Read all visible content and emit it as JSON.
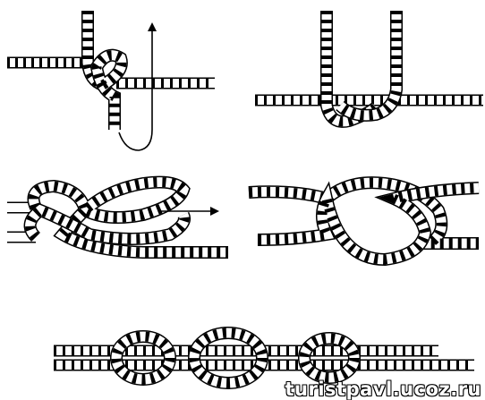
{
  "diagram": {
    "panels": [
      {
        "id": "step-1"
      },
      {
        "id": "step-2"
      },
      {
        "id": "step-3"
      },
      {
        "id": "step-4"
      },
      {
        "id": "step-5"
      }
    ],
    "watermark": "turistpavl.ucoz.ru"
  }
}
